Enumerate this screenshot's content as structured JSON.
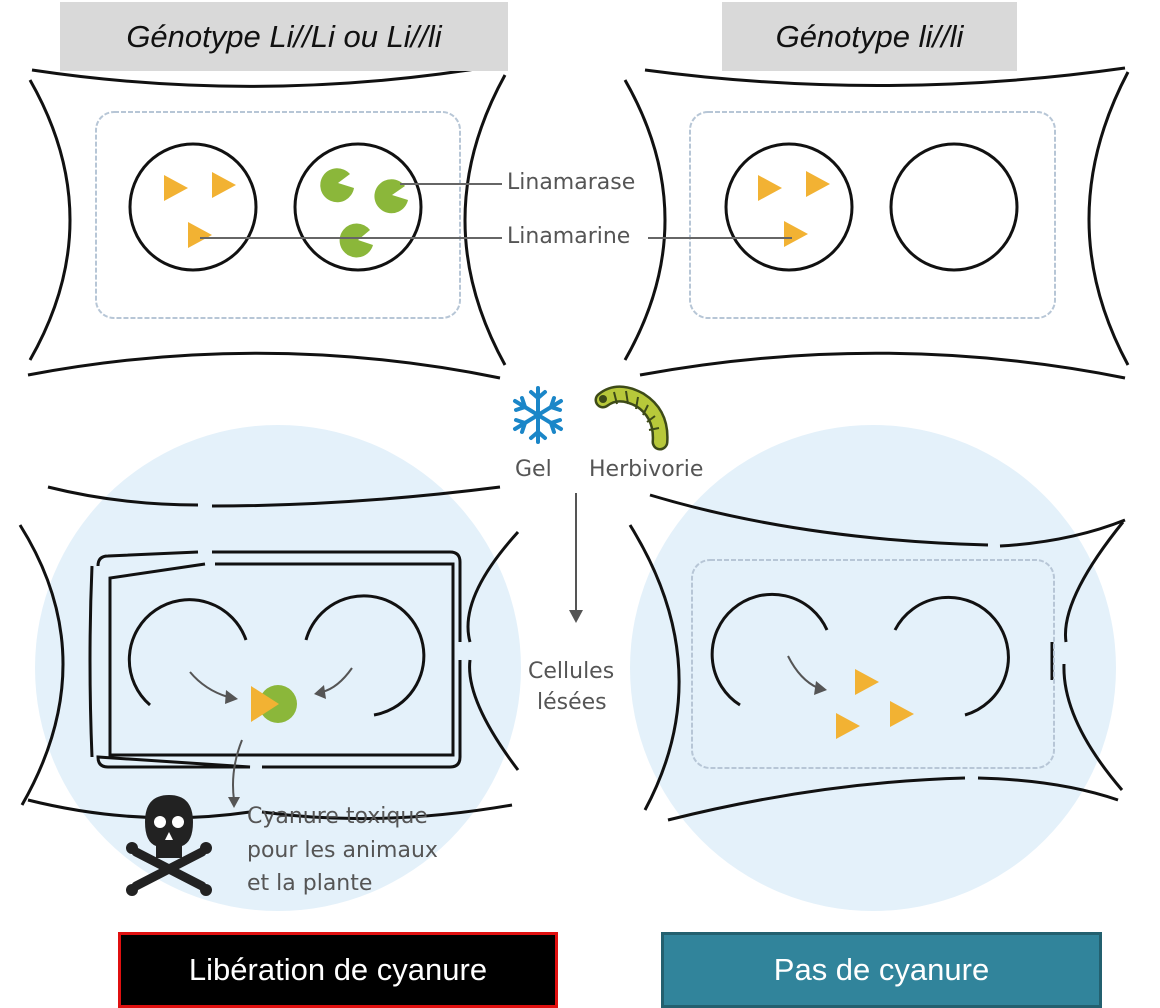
{
  "headers": {
    "left": "Génotype Li//Li ou Li//li",
    "right": "Génotype li//li"
  },
  "labels": {
    "linamarase": "Linamarase",
    "linamarine": "Linamarine",
    "gel": "Gel",
    "herbivorie": "Herbivorie",
    "cellules": "Cellules",
    "lesees": "lésées",
    "cyanure_line1": "Cyanure toxique",
    "cyanure_line2": "pour les animaux",
    "cyanure_line3": "et la plante"
  },
  "results": {
    "left": "Libération de cyanure",
    "right": "Pas de cyanure"
  },
  "colors": {
    "linamarine": "#f2b233",
    "linamarase": "#8bb73a",
    "damage_halo": "#e4f1fa",
    "snowflake": "#1a86c8",
    "result_left_bg": "#000000",
    "result_left_border": "#e01010",
    "result_right_bg": "#31849b"
  },
  "icons": [
    "snowflake-icon",
    "caterpillar-icon",
    "skull-crossbones-icon"
  ]
}
